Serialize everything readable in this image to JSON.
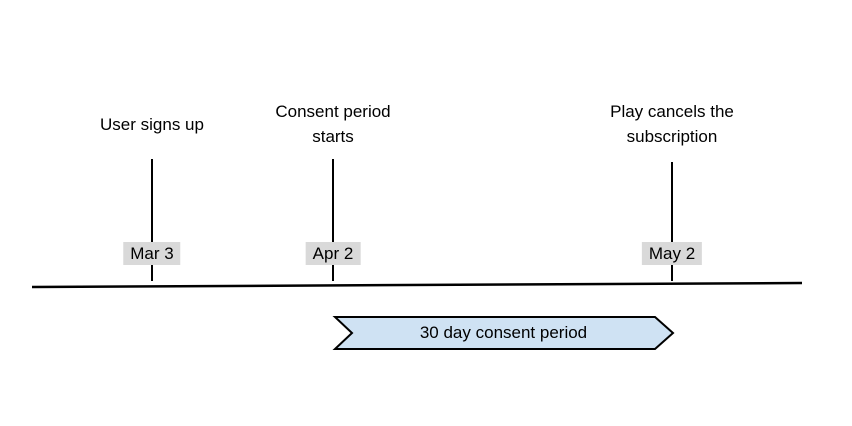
{
  "diagram": {
    "background": "#ffffff",
    "text_color": "#000000",
    "line_color": "#000000"
  },
  "events": [
    {
      "title_lines": [
        "User signs up"
      ],
      "date": "Mar 3"
    },
    {
      "title_lines": [
        "Consent period",
        "starts"
      ],
      "date": "Apr 2"
    },
    {
      "title_lines": [
        "Play cancels the",
        "subscription"
      ],
      "date": "May 2"
    }
  ],
  "date_label": {
    "background": "#d9d9d9"
  },
  "consent_banner": {
    "label": "30 day consent period",
    "fill": "#cfe2f3",
    "border": "#000000"
  }
}
